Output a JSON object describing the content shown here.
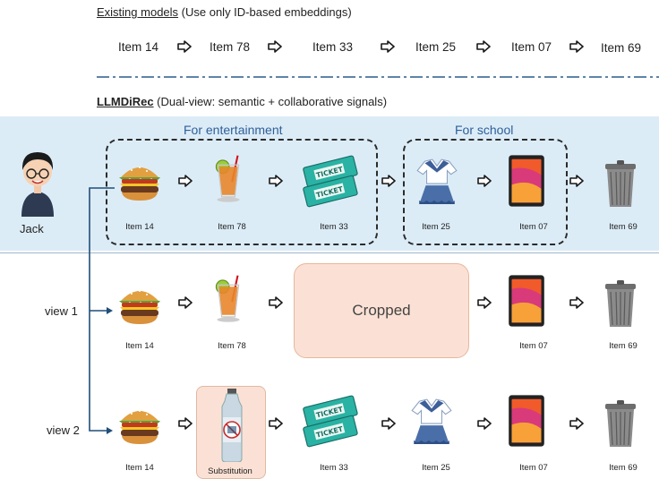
{
  "header_existing": {
    "title": "Existing models",
    "desc": " (Use only ID-based embeddings)"
  },
  "top_sequence": [
    "Item 14",
    "Item 78",
    "Item 33",
    "Item 25",
    "Item 07",
    "Item 69"
  ],
  "header_llmdirec": {
    "title": "LLMDiRec",
    "desc": " (Dual-view: semantic + collaborative signals)"
  },
  "user": {
    "name": "Jack"
  },
  "groups": {
    "entertainment": "For entertainment",
    "school": "For school"
  },
  "main_row": [
    "Item 14",
    "Item 78",
    "Item 33",
    "Item 25",
    "Item 07",
    "Item 69"
  ],
  "view1": {
    "label": "view 1",
    "items": [
      "Item 14",
      "Item 78",
      "Item 07",
      "Item 69"
    ],
    "cropped": "Cropped"
  },
  "view2": {
    "label": "view 2",
    "items": [
      "Item 14",
      "Item 33",
      "Item 25",
      "Item 07",
      "Item 69"
    ],
    "substitution": "Substitution"
  },
  "colors": {
    "band": "#dcecf7",
    "cropped": "#fbe1d5",
    "group_title": "#2f5f9a",
    "branch_line": "#1f4e79"
  }
}
